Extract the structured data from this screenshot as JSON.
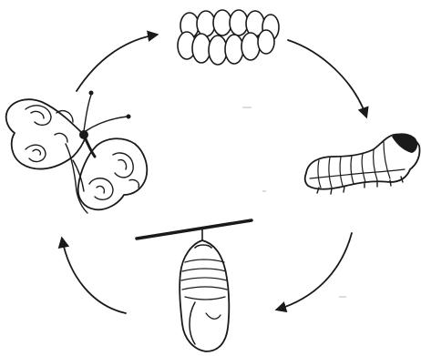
{
  "diagram": {
    "stages": [
      {
        "id": "egg",
        "icon": "egg-cluster-icon"
      },
      {
        "id": "larva",
        "icon": "caterpillar-icon"
      },
      {
        "id": "pupa",
        "icon": "chrysalis-icon"
      },
      {
        "id": "adult",
        "icon": "butterfly-icon"
      }
    ],
    "flow": [
      "egg",
      "larva",
      "pupa",
      "adult",
      "egg"
    ],
    "arrow_direction": "clockwise",
    "colors": {
      "ink": "#1a1a1a",
      "background": "#ffffff"
    }
  }
}
